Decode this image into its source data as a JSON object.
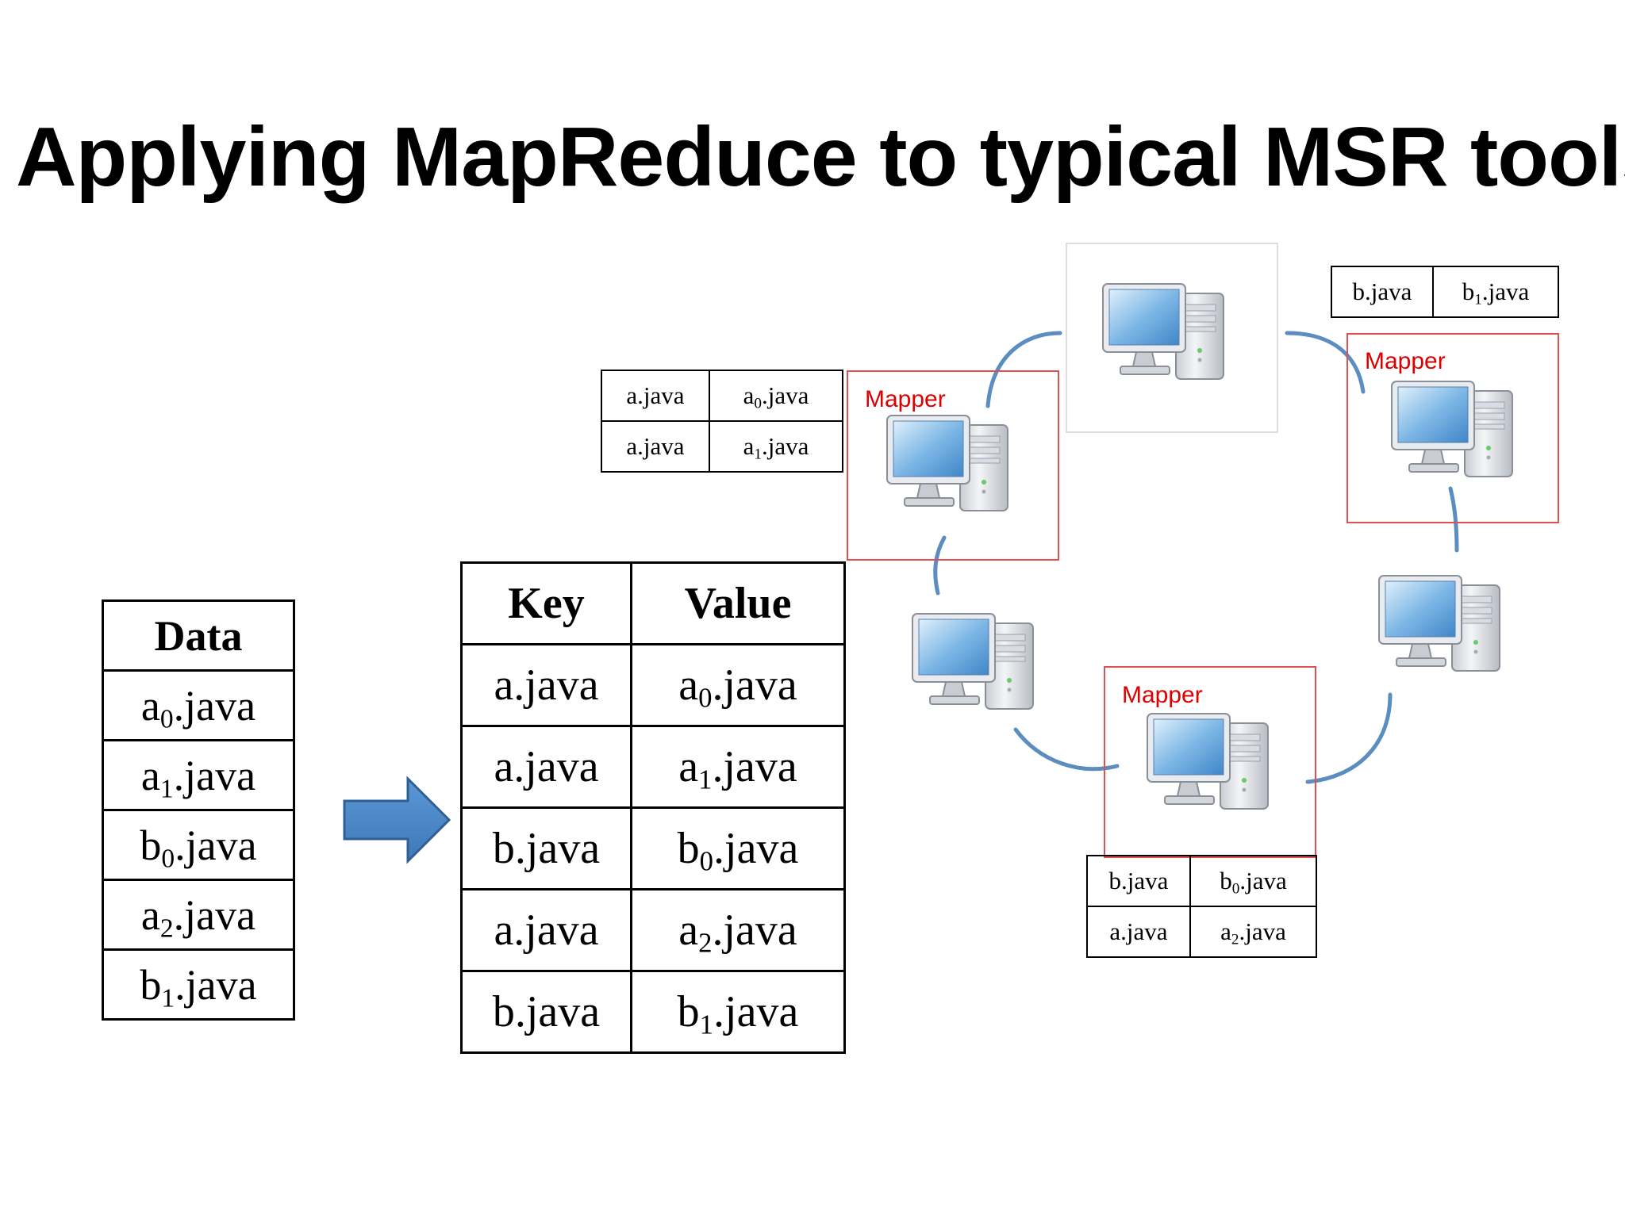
{
  "title": "Applying MapReduce to typical MSR tools",
  "data_table": {
    "header": "Data",
    "rows": [
      {
        "base": "a",
        "sub": "0",
        "ext": ".java"
      },
      {
        "base": "a",
        "sub": "1",
        "ext": ".java"
      },
      {
        "base": "b",
        "sub": "0",
        "ext": ".java"
      },
      {
        "base": "a",
        "sub": "2",
        "ext": ".java"
      },
      {
        "base": "b",
        "sub": "1",
        "ext": ".java"
      }
    ]
  },
  "kv_table": {
    "headers": [
      "Key",
      "Value"
    ],
    "rows": [
      {
        "key": "a.java",
        "base": "a",
        "sub": "0",
        "ext": ".java"
      },
      {
        "key": "a.java",
        "base": "a",
        "sub": "1",
        "ext": ".java"
      },
      {
        "key": "b.java",
        "base": "b",
        "sub": "0",
        "ext": ".java"
      },
      {
        "key": "a.java",
        "base": "a",
        "sub": "2",
        "ext": ".java"
      },
      {
        "key": "b.java",
        "base": "b",
        "sub": "1",
        "ext": ".java"
      }
    ]
  },
  "mapper_label": "Mapper",
  "mapper_a_outputs": [
    {
      "key": "a.java",
      "base": "a",
      "sub": "0",
      "ext": ".java"
    },
    {
      "key": "a.java",
      "base": "a",
      "sub": "1",
      "ext": ".java"
    }
  ],
  "mapper_b_outputs": [
    {
      "key": "b.java",
      "base": "b",
      "sub": "1",
      "ext": ".java"
    }
  ],
  "mapper_c_outputs": [
    {
      "key": "b.java",
      "base": "b",
      "sub": "0",
      "ext": ".java"
    },
    {
      "key": "a.java",
      "base": "a",
      "sub": "2",
      "ext": ".java"
    }
  ],
  "colors": {
    "mapper_border": "#e05050",
    "mapper_text": "#dd0000",
    "arrow": "#4a86c8",
    "ring": "#5b8dc0"
  },
  "icons": [
    "computer-icon",
    "right-arrow-icon"
  ]
}
